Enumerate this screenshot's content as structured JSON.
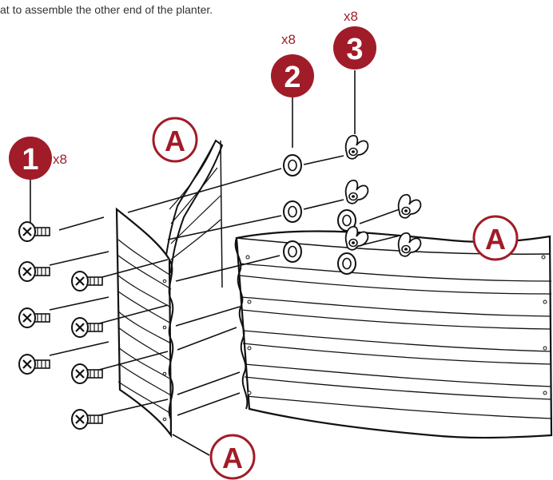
{
  "caption": "at to assemble the other end of the planter.",
  "parts": [
    {
      "number": "1",
      "quantity": "x8"
    },
    {
      "number": "2",
      "quantity": "x8"
    },
    {
      "number": "3",
      "quantity": "x8"
    }
  ],
  "panel_label": "A",
  "colors": {
    "accent": "#a01c28",
    "line": "#111111",
    "text": "#333333"
  },
  "icons": [
    "screw-icon",
    "washer-icon",
    "wing-nut-icon"
  ]
}
